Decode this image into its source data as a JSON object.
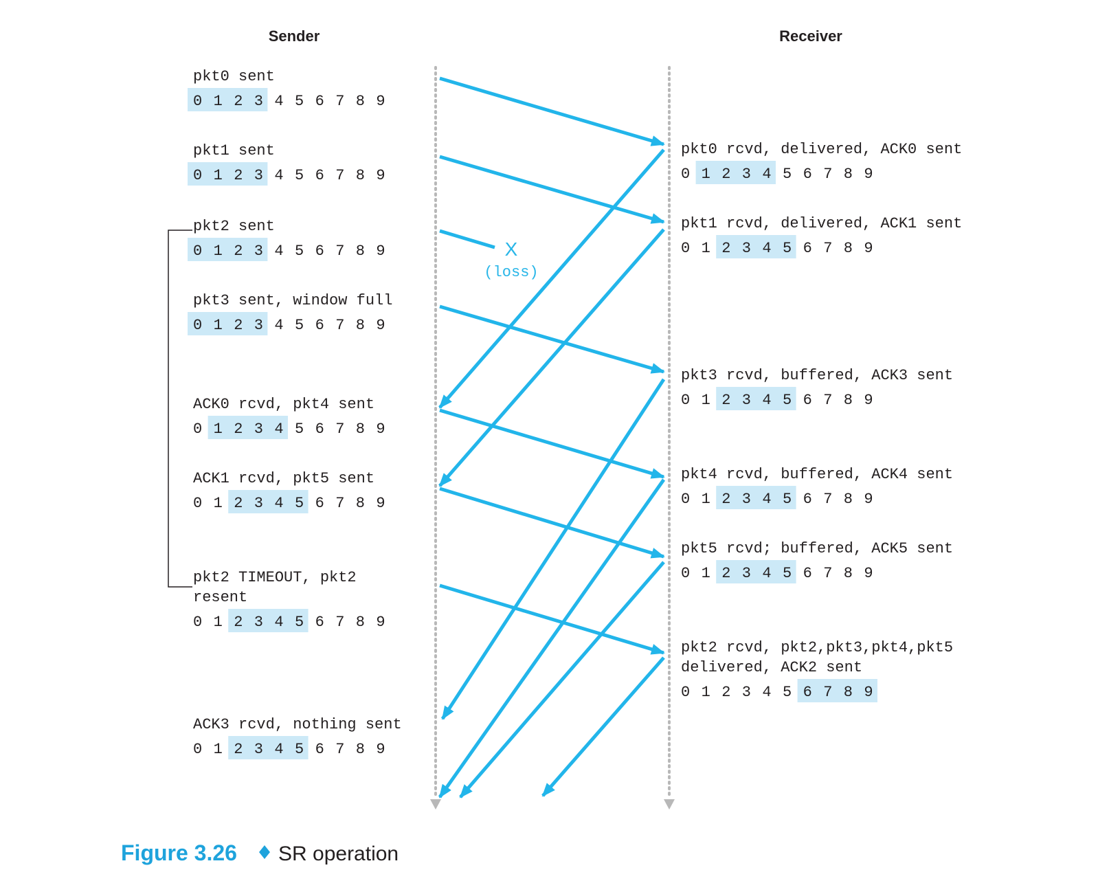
{
  "headers": {
    "sender": "Sender",
    "receiver": "Receiver"
  },
  "colors": {
    "arrow": "#22b5ea",
    "window": "#cce9f7",
    "caption_accent": "#1ea3dc",
    "timeline": "#b8b8b8"
  },
  "sequence_digits": [
    "0",
    "1",
    "2",
    "3",
    "4",
    "5",
    "6",
    "7",
    "8",
    "9"
  ],
  "sender_events": [
    {
      "lines": [
        "pkt0 sent"
      ],
      "window": [
        0,
        3
      ]
    },
    {
      "lines": [
        "pkt1 sent"
      ],
      "window": [
        0,
        3
      ]
    },
    {
      "lines": [
        "pkt2 sent"
      ],
      "window": [
        0,
        3
      ]
    },
    {
      "lines": [
        "pkt3 sent, window full"
      ],
      "window": [
        0,
        3
      ]
    },
    {
      "lines": [
        "ACK0 rcvd, pkt4 sent"
      ],
      "window": [
        1,
        4
      ]
    },
    {
      "lines": [
        "ACK1 rcvd, pkt5 sent"
      ],
      "window": [
        2,
        5
      ]
    },
    {
      "lines": [
        "pkt2 TIMEOUT, pkt2",
        "resent"
      ],
      "window": [
        2,
        5
      ]
    },
    {
      "lines": [
        "ACK3 rcvd, nothing sent"
      ],
      "window": [
        2,
        5
      ]
    }
  ],
  "receiver_events": [
    {
      "lines": [
        "pkt0 rcvd, delivered, ACK0 sent"
      ],
      "window": [
        1,
        4
      ]
    },
    {
      "lines": [
        "pkt1 rcvd, delivered, ACK1 sent"
      ],
      "window": [
        2,
        5
      ]
    },
    {
      "lines": [
        "pkt3 rcvd, buffered, ACK3 sent"
      ],
      "window": [
        2,
        5
      ]
    },
    {
      "lines": [
        "pkt4 rcvd, buffered, ACK4 sent"
      ],
      "window": [
        2,
        5
      ]
    },
    {
      "lines": [
        "pkt5 rcvd; buffered, ACK5 sent"
      ],
      "window": [
        2,
        5
      ]
    },
    {
      "lines": [
        "pkt2 rcvd, pkt2,pkt3,pkt4,pkt5",
        "delivered, ACK2 sent"
      ],
      "window": [
        6,
        9
      ]
    }
  ],
  "loss": {
    "mark": "X",
    "label": "(loss)"
  },
  "caption": {
    "number": "Figure 3.26",
    "text": "SR operation"
  }
}
